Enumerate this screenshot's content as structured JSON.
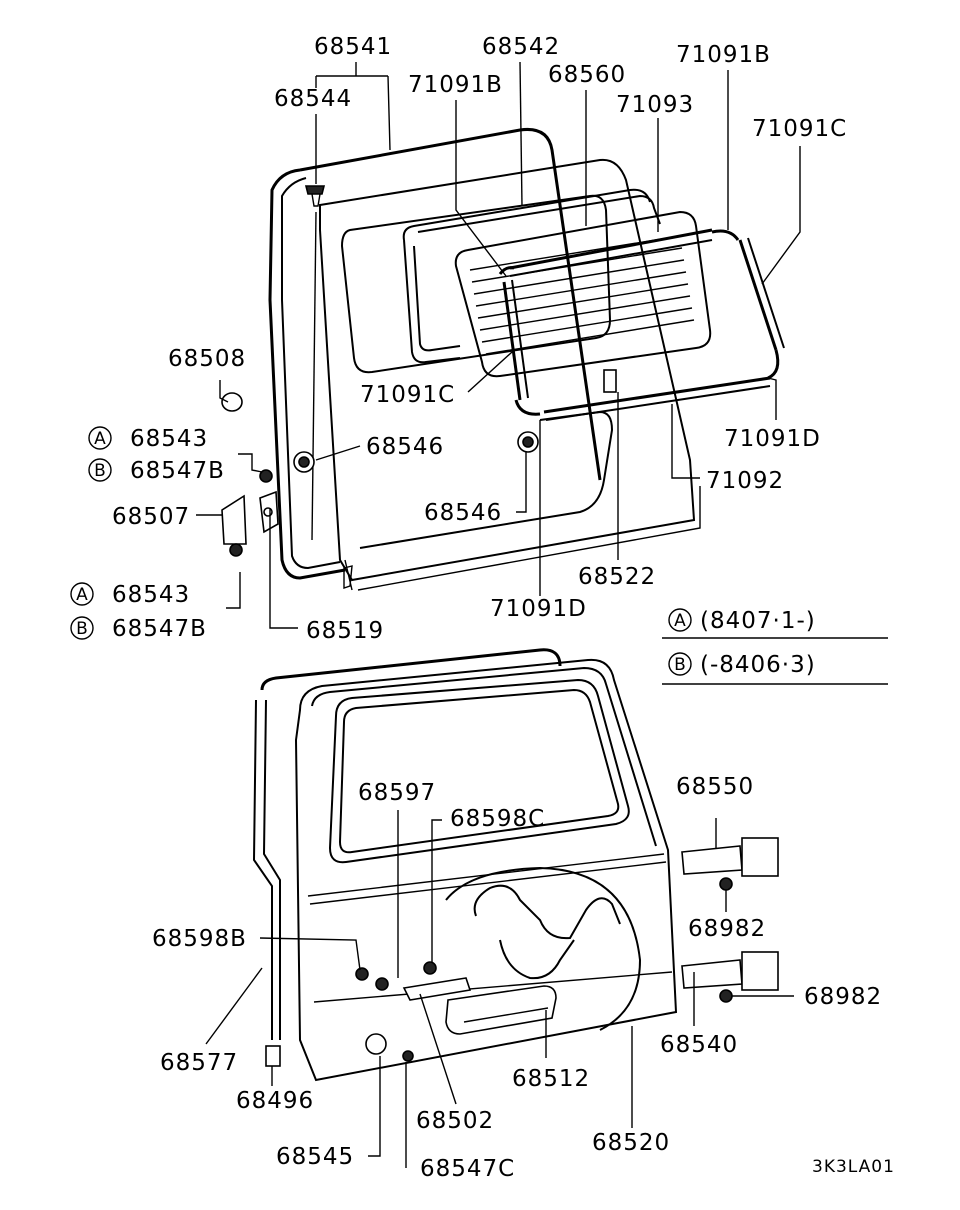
{
  "labels": {
    "p68541": "68541",
    "p68542": "68542",
    "p68544": "68544",
    "p68560": "68560",
    "p71091b_a": "71091B",
    "p71091b_b": "71091B",
    "p71093": "71093",
    "p71091c_a": "71091C",
    "p71091c_b": "71091C",
    "p68508": "68508",
    "p68543_a": "68543",
    "p68547b_a": "68547B",
    "p68546_a": "68546",
    "p68507": "68507",
    "p68546_b": "68546",
    "p71091d_a": "71091D",
    "p71092": "71092",
    "p68522": "68522",
    "p68543_b": "68543",
    "p68547b_b": "68547B",
    "p68519": "68519",
    "p71091d_b": "71091D",
    "p68550": "68550",
    "p68597": "68597",
    "p68598c": "68598C",
    "p68982_a": "68982",
    "p68598b": "68598B",
    "p68982_b": "68982",
    "p68540": "68540",
    "p68577": "68577",
    "p68512": "68512",
    "p68496": "68496",
    "p68502": "68502",
    "p68520": "68520",
    "p68545": "68545",
    "p68547c": "68547C",
    "code": "3K3LA01"
  },
  "markers": {
    "a": "A",
    "b": "B"
  },
  "legend": {
    "a_range": "(8407·1-)",
    "b_range": "(-8406·3)"
  }
}
